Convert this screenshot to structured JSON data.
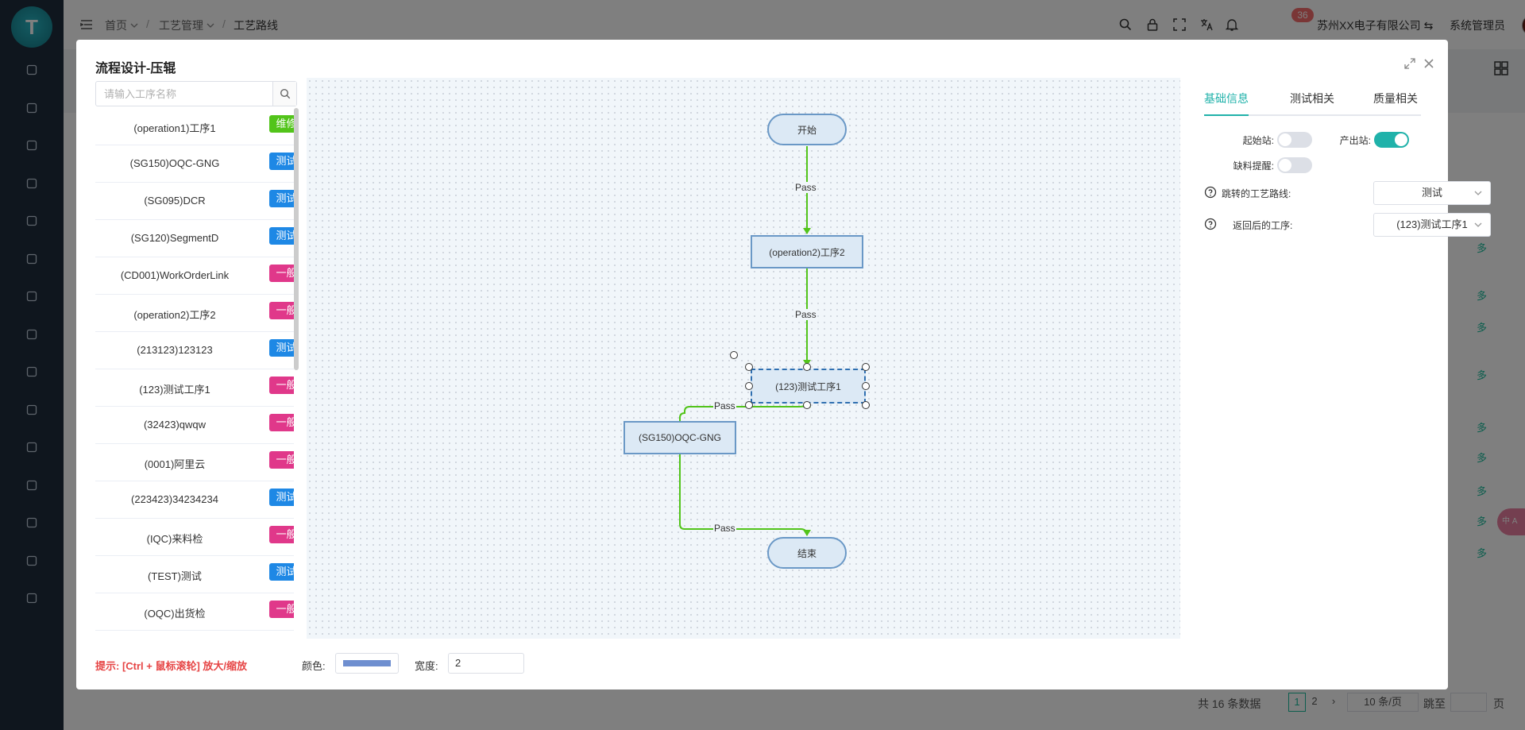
{
  "topbar": {
    "breadcrumbs": [
      "首页",
      "工艺管理",
      "工艺路线"
    ],
    "notification_count": "36",
    "company": "苏州XX电子有限公司 ⇆",
    "user": "系统管理员"
  },
  "sidebar": {
    "logo_letter": "T",
    "icons": [
      "dashboard-icon",
      "document-icon",
      "route-icon",
      "settings-flow-icon",
      "terminal-icon",
      "building-icon",
      "robot-icon",
      "server-icon",
      "user-icon",
      "bug-icon",
      "chart-icon",
      "flask-icon",
      "cloud-icon",
      "gear-icon",
      "calculator-icon"
    ]
  },
  "background": {
    "more_label": "多",
    "pagination": {
      "total": "共 16 条数据",
      "pages": [
        "1",
        "2"
      ],
      "page_size": "10 条/页",
      "goto": "跳至",
      "goto_suffix": "页"
    },
    "lang_toggle": "中 A"
  },
  "dialog": {
    "title": "流程设计-压辊",
    "search_placeholder": "请输入工序名称",
    "operations": [
      {
        "name": "(operation1)工序1",
        "tag": "维修",
        "kind": "repair"
      },
      {
        "name": "(SG150)OQC-GNG",
        "tag": "测试",
        "kind": "test"
      },
      {
        "name": "(SG095)DCR",
        "tag": "测试",
        "kind": "test"
      },
      {
        "name": "(SG120)SegmentD",
        "tag": "测试",
        "kind": "test"
      },
      {
        "name": "(CD001)WorkOrderLink",
        "tag": "一般",
        "kind": "normal"
      },
      {
        "name": "(operation2)工序2",
        "tag": "一般",
        "kind": "normal"
      },
      {
        "name": "(213123)123123",
        "tag": "测试",
        "kind": "test"
      },
      {
        "name": "(123)测试工序1",
        "tag": "一般",
        "kind": "normal"
      },
      {
        "name": "(32423)qwqw",
        "tag": "一般",
        "kind": "normal"
      },
      {
        "name": "(0001)阿里云",
        "tag": "一般",
        "kind": "normal"
      },
      {
        "name": "(223423)34234234",
        "tag": "测试",
        "kind": "test"
      },
      {
        "name": "(IQC)来料检",
        "tag": "一般",
        "kind": "normal"
      },
      {
        "name": "(TEST)测试",
        "tag": "测试",
        "kind": "test"
      },
      {
        "name": "(OQC)出货检",
        "tag": "一般",
        "kind": "normal"
      }
    ],
    "flow": {
      "nodes": {
        "start": "开始",
        "op2": "(operation2)工序2",
        "test1": "(123)测试工序1",
        "oqc": "(SG150)OQC-GNG",
        "end": "结束"
      },
      "edge_label": "Pass",
      "edge_color": "#52c41a"
    },
    "hint": "提示: [Ctrl + 鼠标滚轮] 放大/缩放",
    "color_label": "颜色:",
    "width_label": "宽度:",
    "width_value": "2",
    "line_color": "#6f8fd0",
    "props": {
      "tabs": [
        "基础信息",
        "测试相关",
        "质量相关"
      ],
      "start_station_label": "起始站:",
      "start_station_on": false,
      "output_station_label": "产出站:",
      "output_station_on": true,
      "shortage_label": "缺料提醒:",
      "shortage_on": false,
      "jump_route_label": "跳转的工艺路线:",
      "jump_route_value": "测试",
      "return_op_label": "返回后的工序:",
      "return_op_value": "(123)测试工序1"
    },
    "accent_color": "#20b2aa"
  }
}
